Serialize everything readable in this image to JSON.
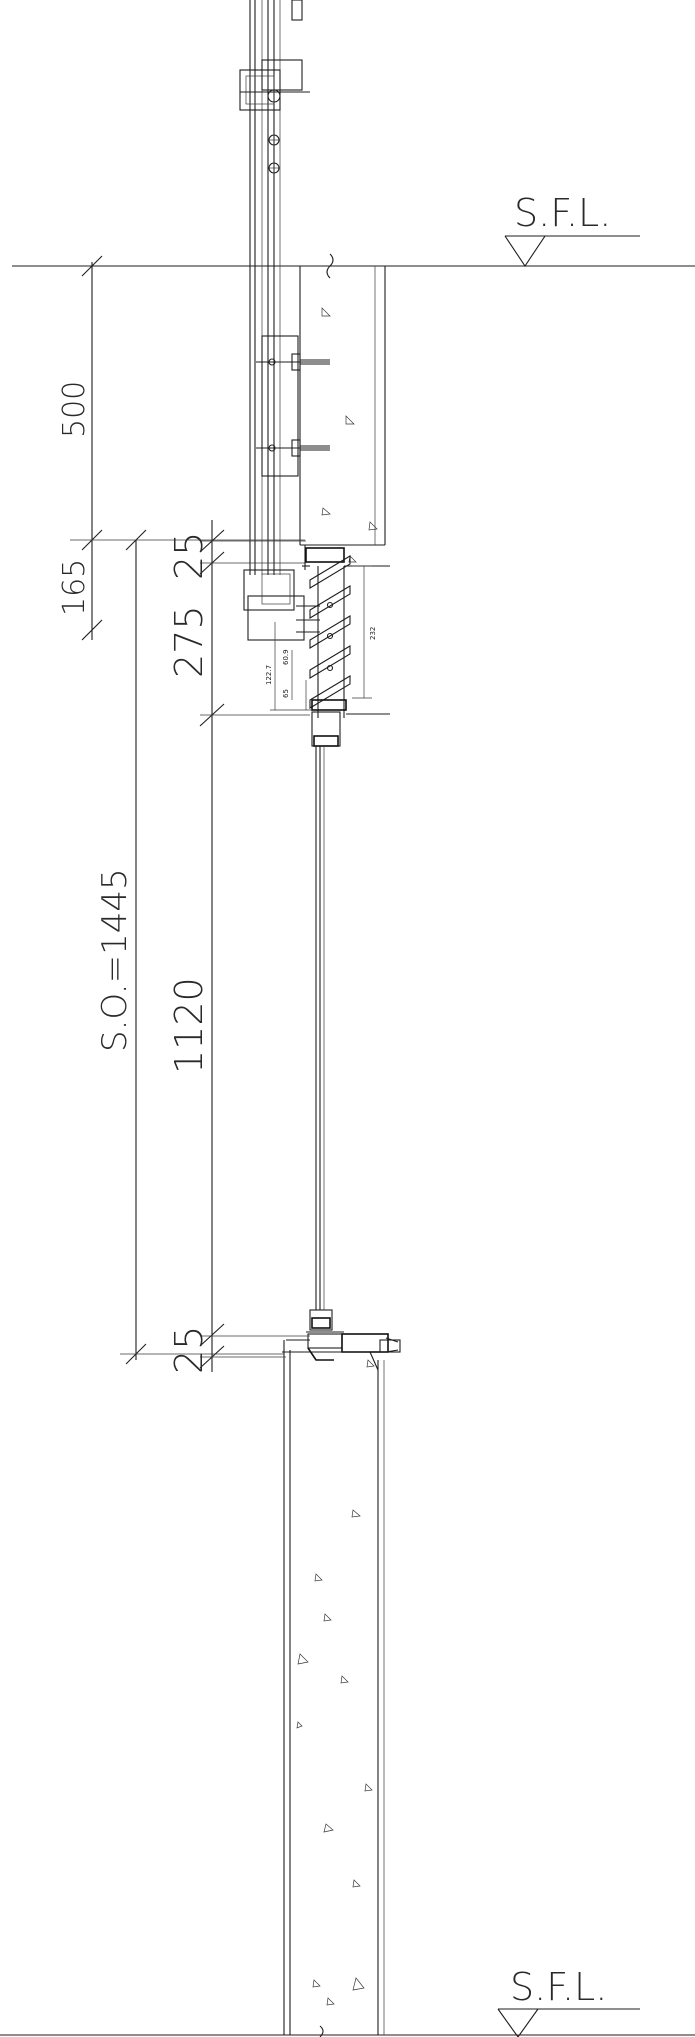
{
  "levels": {
    "top": "S.F.L.",
    "bottom": "S.F.L."
  },
  "dimensions": {
    "d500": "500",
    "d165": "165",
    "d25_top": "25",
    "d275": "275",
    "so": "S.O.=1445",
    "d1120": "1120",
    "d25_bottom": "25"
  },
  "detail_labels": {
    "d232": "232",
    "d122_7": "122.7",
    "d60_9": "60.9",
    "d65": "65"
  }
}
